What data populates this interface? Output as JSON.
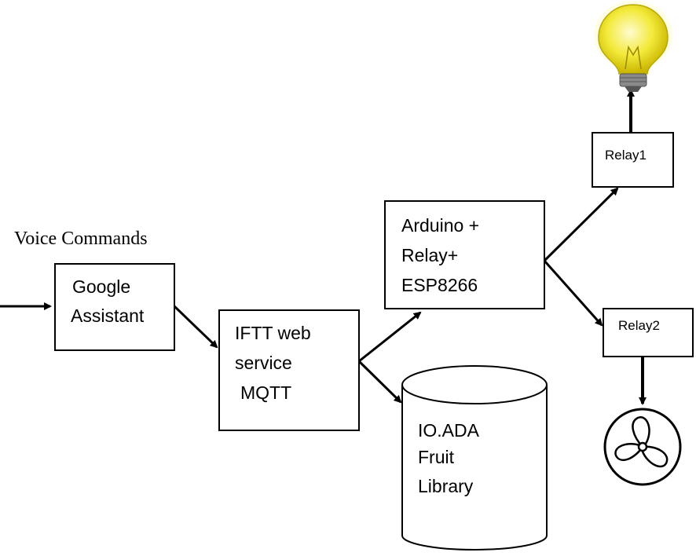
{
  "labels": {
    "voice_commands": "Voice Commands",
    "google_line1": "Google",
    "google_line2": "Assistant",
    "ifttt_line1": "IFTT web",
    "ifttt_line2": "service",
    "ifttt_line3": "MQTT",
    "arduino_line1": "Arduino +",
    "arduino_line2": "Relay+",
    "arduino_line3": "ESP8266",
    "relay1": "Relay1",
    "relay2": "Relay2",
    "ioada_line1": "IO.ADA",
    "ioada_line2": "Fruit",
    "ioada_line3": "Library"
  },
  "icons": {
    "bulb": "light-bulb-icon",
    "fan": "fan-icon"
  },
  "colors": {
    "bulb_glass": "#f3ea3a",
    "bulb_glow": "#fffbd0",
    "bulb_base": "#8a8a8a",
    "line": "#000000"
  }
}
